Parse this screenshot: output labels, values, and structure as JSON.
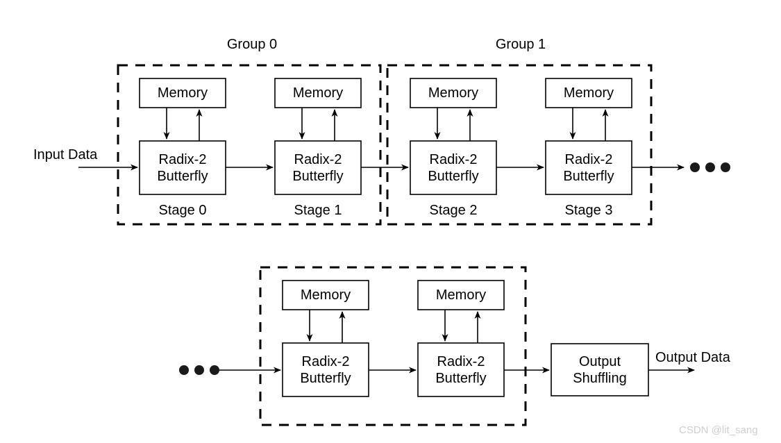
{
  "diagram": {
    "title_labels": {
      "group0": "Group 0",
      "group1": "Group 1"
    },
    "io_labels": {
      "input": "Input Data",
      "output": "Output Data"
    },
    "stage_labels": {
      "stage0": "Stage 0",
      "stage1": "Stage 1",
      "stage2": "Stage 2",
      "stage3": "Stage 3"
    },
    "blocks": {
      "memory": "Memory",
      "butterfly_line1": "Radix-2",
      "butterfly_line2": "Butterfly",
      "shuffle_line1": "Output",
      "shuffle_line2": "Shuffling"
    },
    "ellipsis": "● ● ●",
    "colors": {
      "stroke": "#000000",
      "background": "#ffffff",
      "watermark": "#cfcfcf"
    }
  },
  "watermark": {
    "text": "CSDN @lit_sang"
  }
}
